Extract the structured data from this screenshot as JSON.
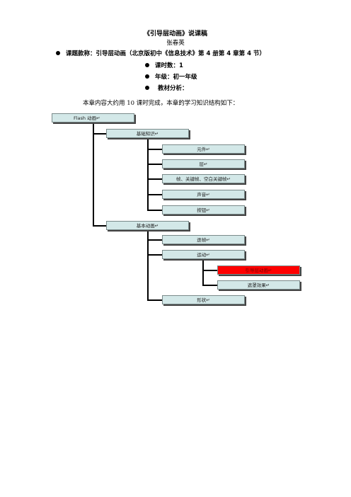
{
  "header": {
    "title": "《引导层动画》说课稿",
    "author": "张春英"
  },
  "bullets": [
    {
      "label": "课题款称：引导层动画（北京版初中《信息技术》第 4 册第 4 章第 4 节）"
    },
    {
      "label": "课时数：1"
    },
    {
      "label": "年级：初一年级"
    },
    {
      "label": "教材分析："
    }
  ],
  "intro": "本章内容大约用 10 课时完成，本章的学习知识结构如下：",
  "tree": {
    "root": "Flash 动画↵",
    "basic": "基础知识↵",
    "basic_children": [
      "元件↵",
      "层↵",
      "帧、关键帧、空白关键帧↵",
      "声音↵",
      "按钮↵"
    ],
    "anim": "基本动画↵",
    "anim_children": [
      "逐帧↵",
      "运动↵",
      "形状↵"
    ],
    "motion_children": [
      "引导层动画↵",
      "遮罩效果↵"
    ],
    "highlight_color": "#ff0000",
    "node_color": "#d3e8e8"
  }
}
